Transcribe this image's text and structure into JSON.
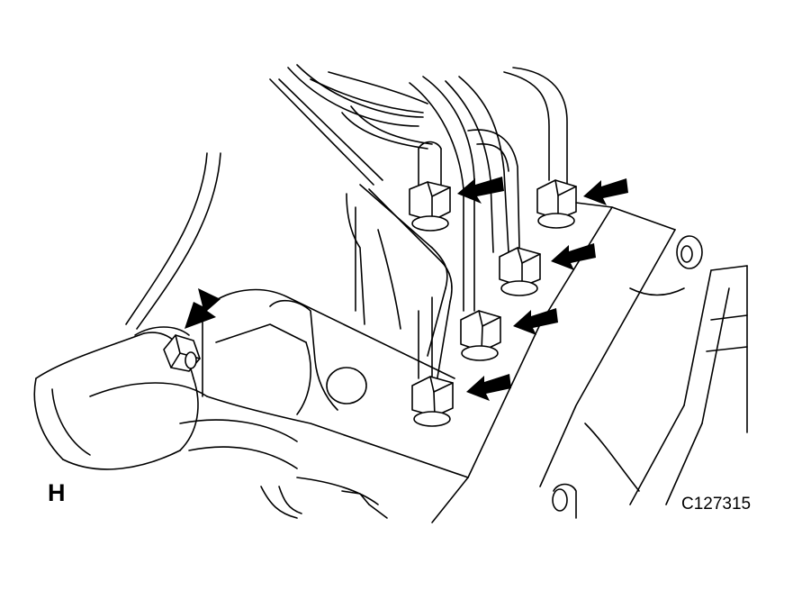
{
  "figure": {
    "view_label": "H",
    "code": "C127315"
  },
  "arrows": [
    {
      "id": "arrow-1"
    },
    {
      "id": "arrow-2"
    },
    {
      "id": "arrow-3"
    },
    {
      "id": "arrow-4"
    },
    {
      "id": "arrow-5"
    },
    {
      "id": "arrow-6"
    },
    {
      "id": "arrow-7"
    }
  ],
  "colors": {
    "line": "#000000",
    "background": "#ffffff"
  }
}
